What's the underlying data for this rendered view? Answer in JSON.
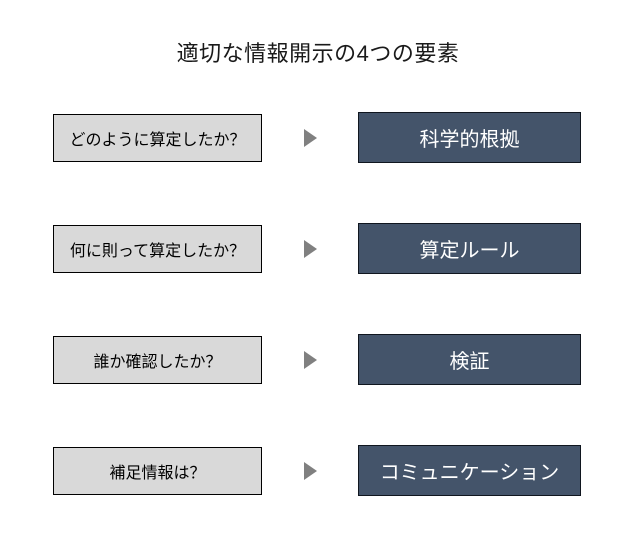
{
  "title": "適切な情報開示の4つの要素",
  "rows": [
    {
      "question": "どのように算定したか？",
      "element": "科学的根拠"
    },
    {
      "question": "何に則って算定したか？",
      "element": "算定ルール"
    },
    {
      "question": "誰か確認したか？",
      "element": "検証"
    },
    {
      "question": "補足情報は？",
      "element": "コミュニケーション"
    }
  ],
  "arrow": {
    "glyph": "▶",
    "color": "#808080"
  },
  "colors": {
    "background": "#ffffff",
    "title_text": "#1a1a1a",
    "question_box_bg": "#d9d9d9",
    "question_box_border": "#000000",
    "question_text": "#000000",
    "element_box_bg": "#44546a",
    "element_box_border": "#10161f",
    "element_text": "#ffffff"
  }
}
